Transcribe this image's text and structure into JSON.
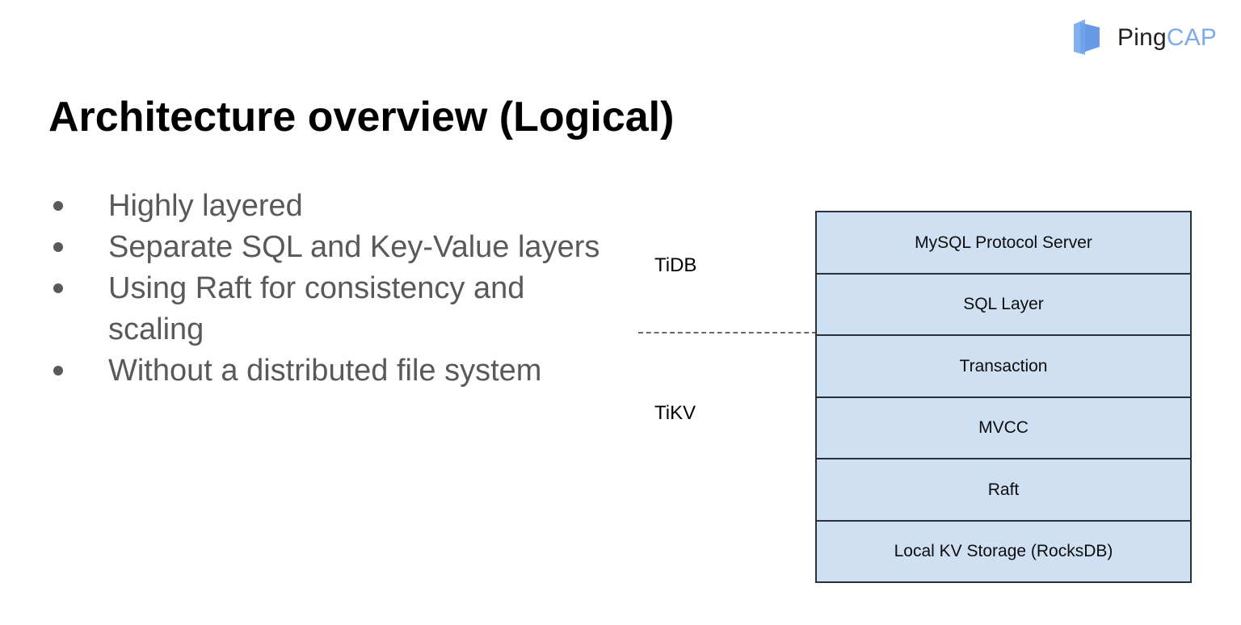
{
  "brand": {
    "logo_icon": "pingcap-logo-icon",
    "word_primary": "Ping",
    "word_secondary": "CAP",
    "color_primary": "#231f20",
    "color_secondary": "#7ea9e8",
    "mark_color_light": "#7fb0ef",
    "mark_color_dark": "#5b93e3"
  },
  "slide": {
    "title": "Architecture overview (Logical)",
    "title_color": "#000000"
  },
  "bullets": {
    "marker_icon": "bullet-dot-icon",
    "marker_color": "#595959",
    "text_color": "#595959",
    "items": [
      {
        "text": "Highly layered"
      },
      {
        "text": "Separate SQL and Key-Value layers"
      },
      {
        "text": "Using Raft for consistency and scaling"
      },
      {
        "text": "Without a distributed file system"
      }
    ]
  },
  "diagram": {
    "tier_labels": [
      {
        "name": "tidb",
        "text": "TiDB"
      },
      {
        "name": "tikv",
        "text": "TiKV"
      }
    ],
    "divider": {
      "style": "dashed",
      "color": "#6b6b6b"
    },
    "stack": {
      "fill_color": "#cfe0f3",
      "border_color": "#28313d",
      "layers": [
        {
          "name": "mysql-protocol-server",
          "label": "MySQL Protocol Server"
        },
        {
          "name": "sql-layer",
          "label": "SQL Layer"
        },
        {
          "name": "transaction",
          "label": "Transaction"
        },
        {
          "name": "mvcc",
          "label": "MVCC"
        },
        {
          "name": "raft",
          "label": "Raft"
        },
        {
          "name": "local-kv-storage",
          "label": "Local KV Storage (RocksDB)"
        }
      ]
    }
  }
}
